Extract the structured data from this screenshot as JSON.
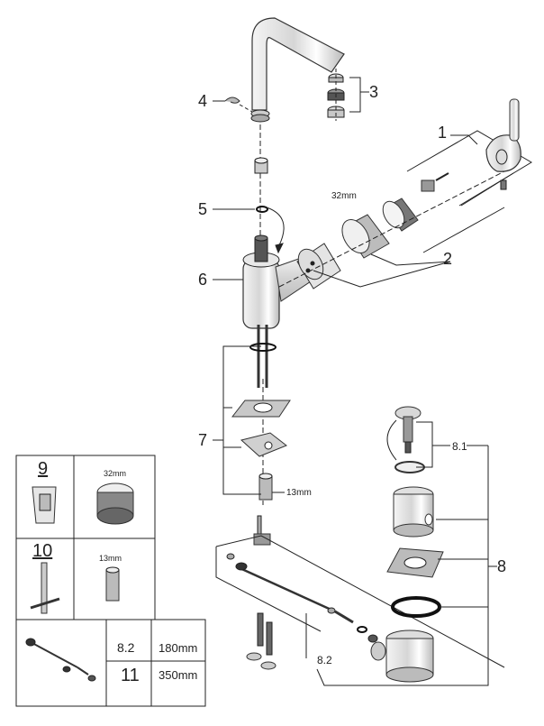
{
  "callouts": {
    "c1": "1",
    "c2": "2",
    "c3": "3",
    "c4": "4",
    "c5": "5",
    "c6": "6",
    "c7": "7",
    "c8": "8",
    "c8_1": "8.1",
    "c8_2": "8.2"
  },
  "dimensions": {
    "cartridge_size": "32mm",
    "nut_size": "13mm"
  },
  "legend": {
    "tool_9": "9",
    "tool_9_size": "32mm",
    "tool_10": "10",
    "tool_10_size": "13mm",
    "table": {
      "row1_key": "8.2",
      "row1_val": "180mm",
      "row2_key": "11",
      "row2_val": "350mm"
    }
  },
  "colors": {
    "line": "#222222",
    "part_light": "#d9d9d9",
    "part_mid": "#a8a8a8",
    "part_dark": "#555555"
  }
}
